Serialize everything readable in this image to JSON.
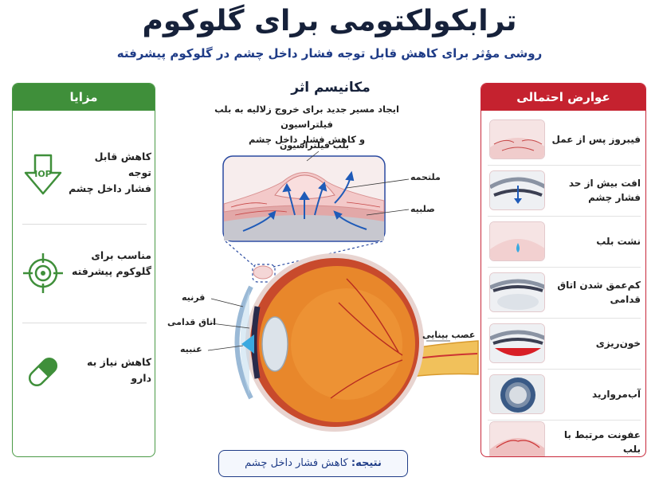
{
  "title": "ترابکولکتومی برای گلوکوم",
  "subtitle": "روشی مؤثر برای کاهش قابل توجه فشار داخل چشم در گلوکوم پیشرفته",
  "benefits": {
    "heading": "مزایا",
    "items": [
      {
        "icon": "iop-down-arrow-icon",
        "line1": "کاهش قابل توجه",
        "line2": "فشار داخل چشم"
      },
      {
        "icon": "target-icon",
        "line1": "مناسب برای",
        "line2": "گلوکوم پیشرفته"
      },
      {
        "icon": "pill-capsule-icon",
        "line1": "کاهش نیاز به دارو",
        "line2": ""
      }
    ],
    "iop_icon_text": "IOP"
  },
  "mechanism": {
    "heading": "مکانیسم اثر",
    "desc_line1": "ایجاد مسیر جدید برای خروج  زلالیه به بلب فیلتراسیون",
    "desc_line2": "و کاهش فشار داخل چشم"
  },
  "labels": {
    "bleb": "بلب فیلتراسیون",
    "conjunctiva": "ملتحمه",
    "sclera": "صلبیه",
    "cornea": "قرنیه",
    "anterior_chamber": "اتاق قدامی",
    "iris": "عنبیه",
    "optic_nerve": "عصب بینایی"
  },
  "result": {
    "prefix": "نتیجه:",
    "text": "کاهش فشار داخل چشم"
  },
  "complications": {
    "heading": "عوارض احتمالی",
    "items": [
      {
        "label": "فیبروز پس از عمل",
        "icon": "fibrosis-thumbnail"
      },
      {
        "label": "افت بیش از حد فشار چشم",
        "icon": "hypotony-thumbnail"
      },
      {
        "label": "نشت بلب",
        "icon": "bleb-leak-thumbnail"
      },
      {
        "label": "کم‌عمق شدن اتاق قدامی",
        "icon": "shallow-chamber-thumbnail"
      },
      {
        "label": "خون‌ریزی",
        "icon": "hemorrhage-thumbnail"
      },
      {
        "label": "آب‌مروارید",
        "icon": "cataract-thumbnail"
      },
      {
        "label": "عفونت مرتبط با بلب",
        "icon": "bleb-infection-thumbnail"
      }
    ]
  },
  "colors": {
    "benefits_green": "#3f8f3a",
    "complications_red": "#c5222f",
    "title_navy": "#16213a",
    "accent_blue": "#1f3c87"
  }
}
